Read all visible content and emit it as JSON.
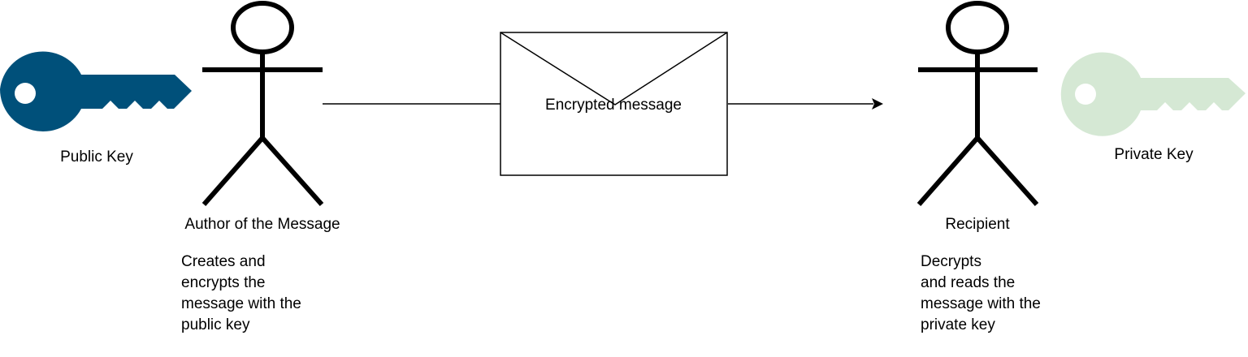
{
  "public_key": {
    "label": "Public Key",
    "color": "#00507a"
  },
  "private_key": {
    "label": "Private Key",
    "color": "#d5e8d4"
  },
  "author": {
    "label": "Author of the Message",
    "description": "Creates and\nencrypts the\nmessage with the\npublic key"
  },
  "recipient": {
    "label": "Recipient",
    "description": "Decrypts\nand reads the\nmessage with the\nprivate key"
  },
  "envelope": {
    "label": "Encrypted message"
  },
  "colors": {
    "line": "#000000"
  }
}
